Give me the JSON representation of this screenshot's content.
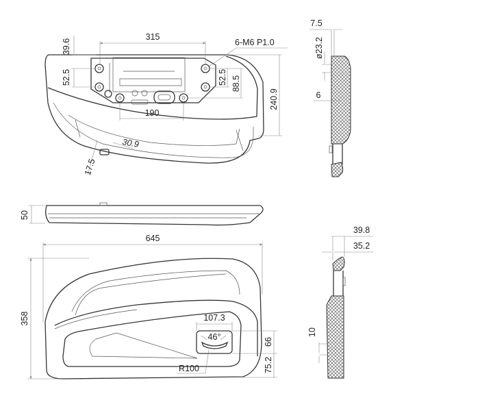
{
  "title": "Handle technical drawing",
  "top_view": {
    "width_mounting": "315",
    "thread_note": "6-M6 P1.0",
    "offset_top": "39.6",
    "hole_spacing_left": "52.5",
    "hole_spacing_right": "52.5",
    "hole_span_vertical": "88.5",
    "overall_depth": "240.9",
    "lower_hole_spacing": "190",
    "latch_offset": "30.9",
    "latch_width": "17.5"
  },
  "side_view_top": {
    "wall_offset": "7.5",
    "diameter": "ø23.2",
    "thickness": "6"
  },
  "edge_view": {
    "height": "50"
  },
  "front_view": {
    "overall_width": "645",
    "overall_height": "358",
    "recess_width": "107.3",
    "angle": "46°",
    "recess_height": "66",
    "recess_bottom": "75.2",
    "radius": "R100"
  },
  "side_view_bottom": {
    "outer_thickness": "39.8",
    "inner_thickness": "35.2",
    "step": "10"
  },
  "colors": {
    "line": "#333333",
    "dimension": "#888888"
  }
}
